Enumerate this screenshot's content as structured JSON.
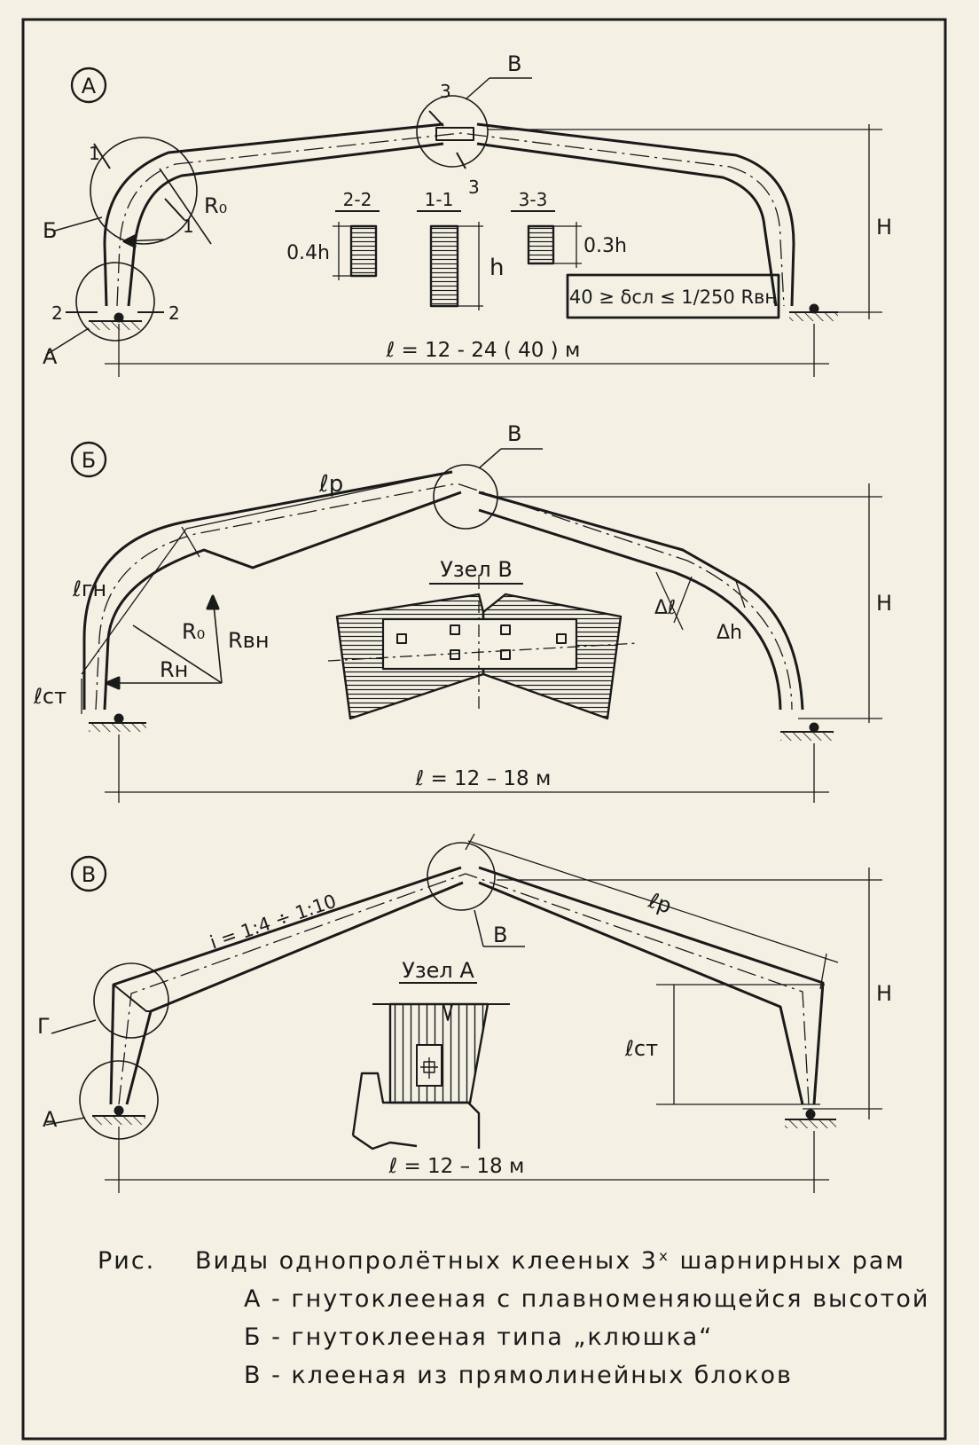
{
  "palette": {
    "paper": "#f4f1e4",
    "ink": "#1a1a1a"
  },
  "panelA": {
    "marker": "А",
    "node_b": "Б",
    "node_v": "В",
    "node_a": "А",
    "sec1a": "1",
    "sec1b": "1",
    "sec2a": "2",
    "sec2b": "2",
    "sec3a": "3",
    "sec3b": "3",
    "r0": "R₀",
    "sec22": "2-2",
    "sec11": "1-1",
    "sec33": "3-3",
    "h04": "0.4h",
    "h": "h",
    "h03": "0.3h",
    "formula": "40 ≥ δсл ≤ 1/250 Rвн",
    "height": "H",
    "span": "ℓ = 12 - 24 ( 40 ) м"
  },
  "panelB": {
    "marker": "Б",
    "node_v": "В",
    "lp": "ℓp",
    "lgn": "ℓгн",
    "lst": "ℓст",
    "r0": "R₀",
    "rvn": "Rвн",
    "rn": "Rн",
    "detail_title": "Узел В",
    "dl": "Δℓ",
    "dh": "Δh",
    "height": "H",
    "span": "ℓ = 12 – 18 м"
  },
  "panelV": {
    "marker": "В",
    "slope": "i = 1:4 ÷ 1:10",
    "node_v": "В",
    "node_g": "Г",
    "node_a": "А",
    "lp": "ℓp",
    "lst": "ℓст",
    "detail_title": "Узел А",
    "height": "H",
    "span": "ℓ = 12 – 18 м"
  },
  "caption": {
    "prefix": "Рис.",
    "title": "Виды однопролётных клееных 3ˣ шарнирных рам",
    "line_a": "А - гнутоклееная с плавноменяющейся высотой",
    "line_b": "Б - гнутоклееная типа „клюшка“",
    "line_v": "В - клееная из прямолинейных блоков"
  }
}
